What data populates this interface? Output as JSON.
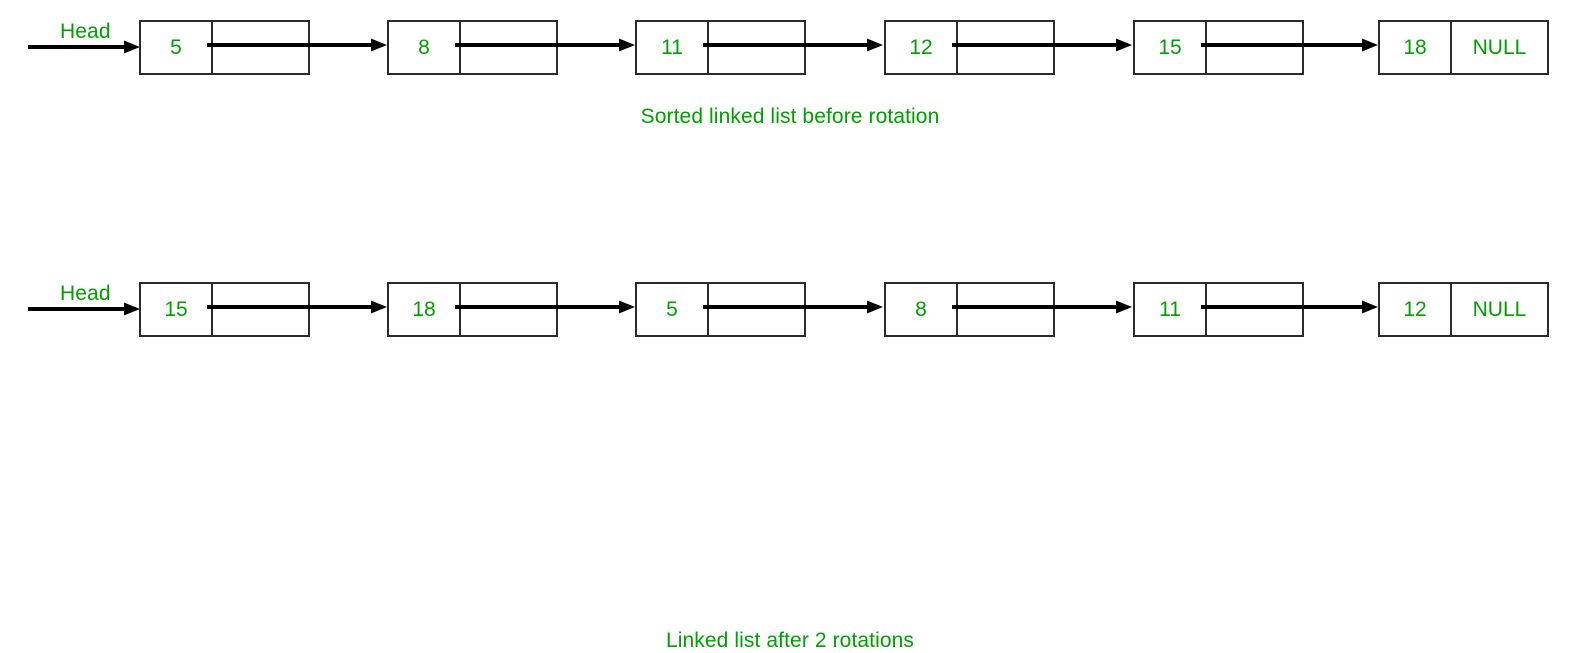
{
  "colors": {
    "accent_green": "#00a000",
    "stroke_black": "#2b2b2b"
  },
  "diagram": {
    "type": "linked-list",
    "rows": [
      {
        "id": "before",
        "head_label": "Head",
        "caption": "Sorted linked list before rotation",
        "nodes": [
          {
            "value": "5",
            "next": ""
          },
          {
            "value": "8",
            "next": ""
          },
          {
            "value": "11",
            "next": ""
          },
          {
            "value": "12",
            "next": ""
          },
          {
            "value": "15",
            "next": ""
          },
          {
            "value": "18",
            "next": "NULL"
          }
        ]
      },
      {
        "id": "after",
        "head_label": "Head",
        "caption": "Linked list after 2 rotations",
        "nodes": [
          {
            "value": "15",
            "next": ""
          },
          {
            "value": "18",
            "next": ""
          },
          {
            "value": "5",
            "next": ""
          },
          {
            "value": "8",
            "next": ""
          },
          {
            "value": "11",
            "next": ""
          },
          {
            "value": "12",
            "next": "NULL"
          }
        ]
      }
    ]
  }
}
